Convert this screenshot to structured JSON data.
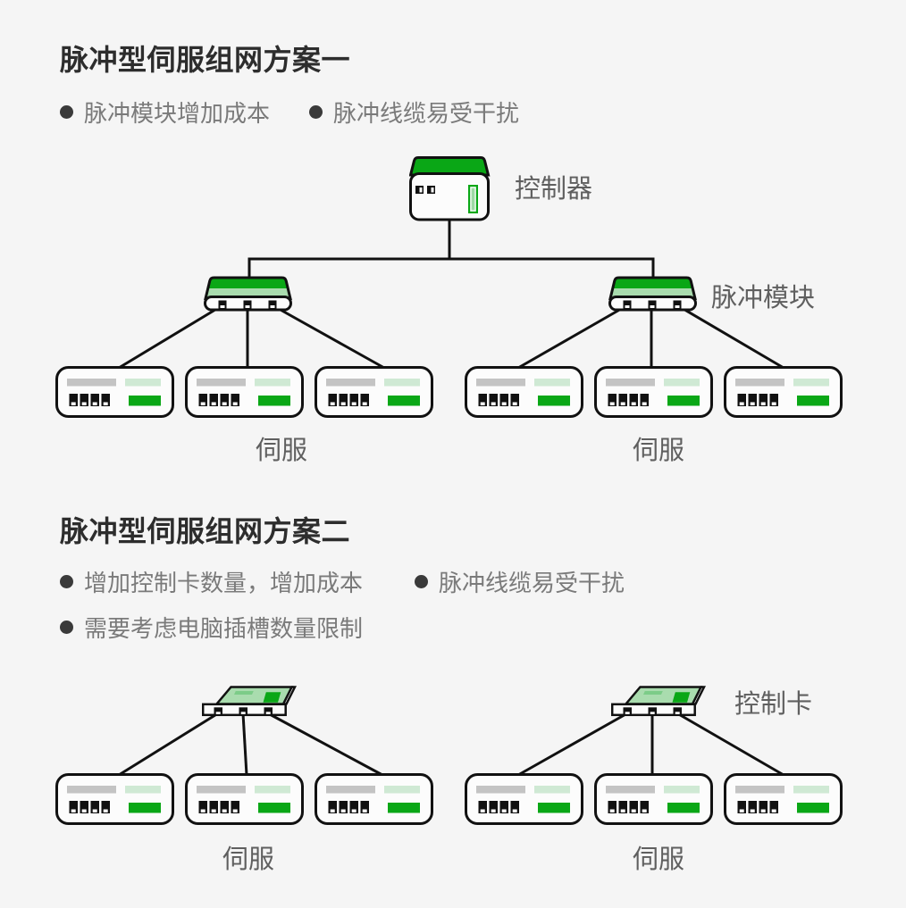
{
  "section1": {
    "title": "脉冲型伺服组网方案一",
    "bullets": [
      "脉冲模块增加成本",
      "脉冲线缆易受干扰"
    ],
    "controller_label": "控制器",
    "pulse_module_label": "脉冲模块",
    "servo_label_left": "伺服",
    "servo_label_right": "伺服"
  },
  "section2": {
    "title": "脉冲型伺服组网方案二",
    "bullets": [
      "增加控制卡数量，增加成本",
      "脉冲线缆易受干扰",
      "需要考虑电脑插槽数量限制"
    ],
    "control_card_label": "控制卡",
    "servo_label_left": "伺服",
    "servo_label_right": "伺服"
  },
  "colors": {
    "background": "#f5f5f5",
    "accent_green": "#0aa716",
    "light_green": "#a9dcae",
    "pale_green": "#cfe9d4",
    "stripe_green": "#7ccc88",
    "slot_green": "#9ed9a5",
    "gray_bar": "#c4c4c4",
    "outline": "#111111",
    "device_fill": "#fcfcfc",
    "title_text": "#2d2d2d",
    "bullet_text": "#7a7a7a",
    "label_text": "#5f5f5f"
  }
}
